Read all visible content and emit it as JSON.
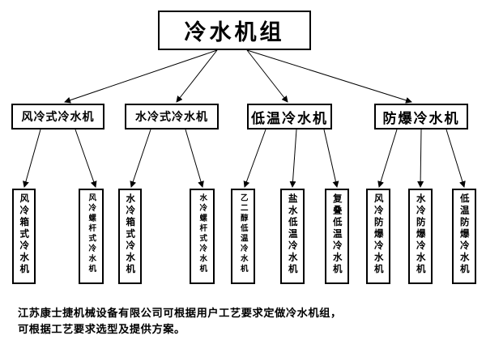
{
  "diagram": {
    "root": "冷水机组",
    "categories": [
      {
        "label": "风冷式冷水机",
        "children": [
          "风冷箱式冷水机",
          "风冷螺杆式冷水机"
        ]
      },
      {
        "label": "水冷式冷水机",
        "children": [
          "水冷箱式冷水机",
          "水冷螺杆式冷水机"
        ]
      },
      {
        "label": "低温冷水机",
        "children": [
          "乙二醇低温冷水机",
          "盐水低温冷水机",
          "复叠低温冷水机"
        ]
      },
      {
        "label": "防爆冷水机",
        "children": [
          "风冷防爆冷水机",
          "水冷防爆冷水机",
          "低温防爆冷水机"
        ]
      }
    ]
  },
  "caption": {
    "line1": "江苏康士捷机械设备有限公司可根据用户工艺要求定做冷水机组，",
    "line2": "可根据工艺要求选型及提供方案。"
  },
  "style": {
    "line_color": "#000000",
    "box_border": "#000000",
    "background": "#ffffff"
  }
}
